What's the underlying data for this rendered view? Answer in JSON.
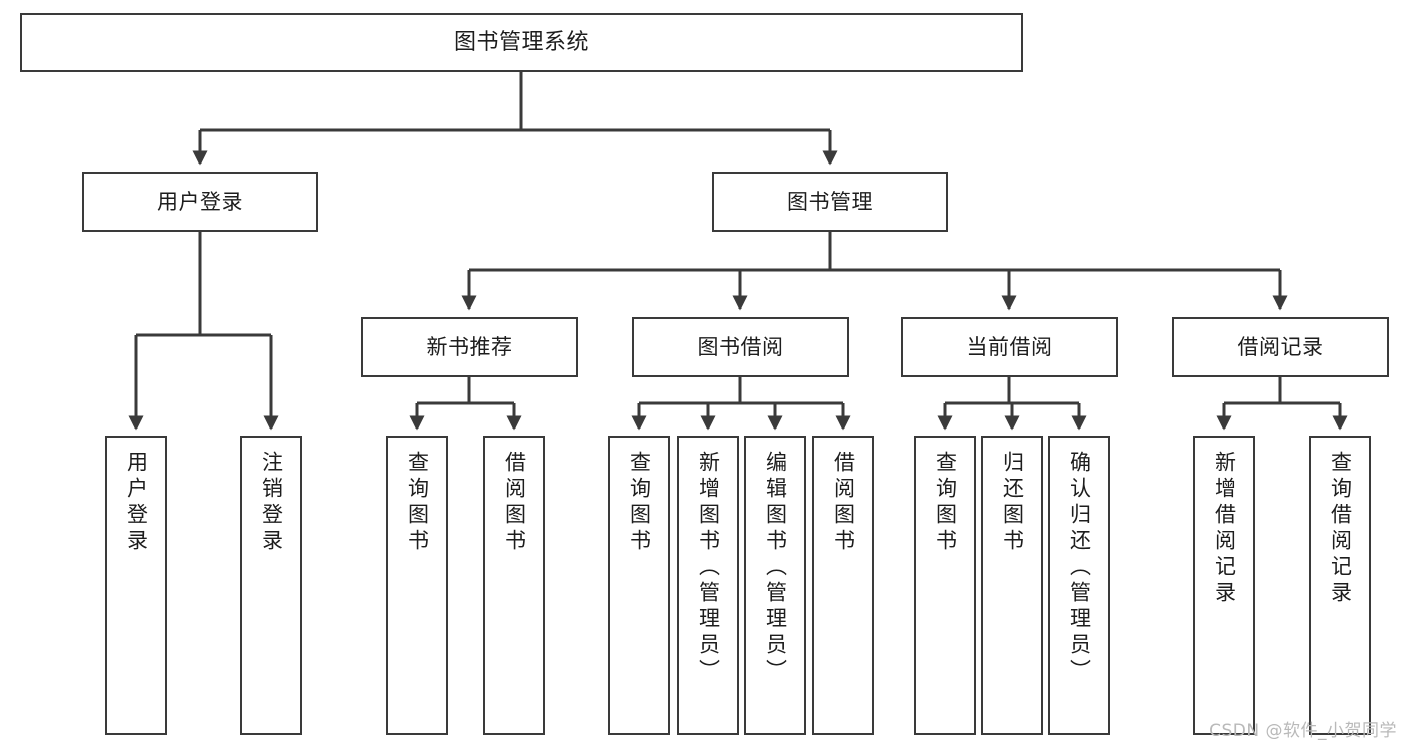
{
  "diagram": {
    "title": "图书管理系统",
    "watermark": "CSDN @软件_小贺同学",
    "colors": {
      "background": "#ffffff",
      "node_fill": "#ffffff",
      "node_border": "#3a3a3a",
      "connector": "#3a3a3a",
      "text": "#1d1d1d",
      "watermark": "#b9b9b9"
    },
    "root": {
      "label": "图书管理系统"
    },
    "level1": [
      {
        "label": "用户登录"
      },
      {
        "label": "图书管理"
      }
    ],
    "level2": [
      {
        "label": "新书推荐"
      },
      {
        "label": "图书借阅"
      },
      {
        "label": "当前借阅"
      },
      {
        "label": "借阅记录"
      }
    ],
    "leaves": {
      "user_login": [
        {
          "label": "用户登录"
        },
        {
          "label": "注销登录"
        }
      ],
      "new_book_recommend": [
        {
          "label": "查询图书"
        },
        {
          "label": "借阅图书"
        }
      ],
      "book_borrow": [
        {
          "label": "查询图书"
        },
        {
          "label": "新增图书（管理员）"
        },
        {
          "label": "编辑图书（管理员）"
        },
        {
          "label": "借阅图书"
        }
      ],
      "current_borrow": [
        {
          "label": "查询图书"
        },
        {
          "label": "归还图书"
        },
        {
          "label": "确认归还（管理员）"
        }
      ],
      "borrow_record": [
        {
          "label": "新增借阅记录"
        },
        {
          "label": "查询借阅记录"
        }
      ]
    }
  }
}
